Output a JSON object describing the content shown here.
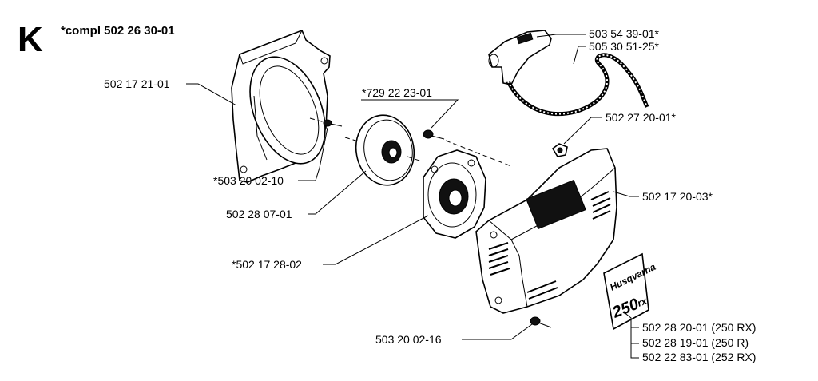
{
  "header": {
    "section": "K",
    "assembly": "*compl 502 26 30-01"
  },
  "callouts": [
    {
      "id": "fan-housing",
      "number": "502 17 21-01"
    },
    {
      "id": "screw-1",
      "number": "*503 20 02-10"
    },
    {
      "id": "pulley",
      "number": "502 28 07-01"
    },
    {
      "id": "starter-spring-housing",
      "number": "*502 17 28-02"
    },
    {
      "id": "screw-2",
      "number": "*729 22 23-01"
    },
    {
      "id": "handle",
      "number": "503 54 39-01*"
    },
    {
      "id": "cord",
      "number": "505 30 51-25*"
    },
    {
      "id": "nut",
      "number": "502 27 20-01*"
    },
    {
      "id": "starter-cover",
      "number": "502 17 20-03*"
    },
    {
      "id": "screw-3",
      "number": "503 20 02-16"
    },
    {
      "id": "decal-250rx",
      "number": "502 28 20-01 (250 RX)"
    },
    {
      "id": "decal-250r",
      "number": "502 28 19-01 (250 R)"
    },
    {
      "id": "decal-252rx",
      "number": "502 22 83-01 (252 RX)"
    }
  ],
  "decal": {
    "brand": "Husqvarna",
    "model": "250",
    "suffix": "rx"
  }
}
